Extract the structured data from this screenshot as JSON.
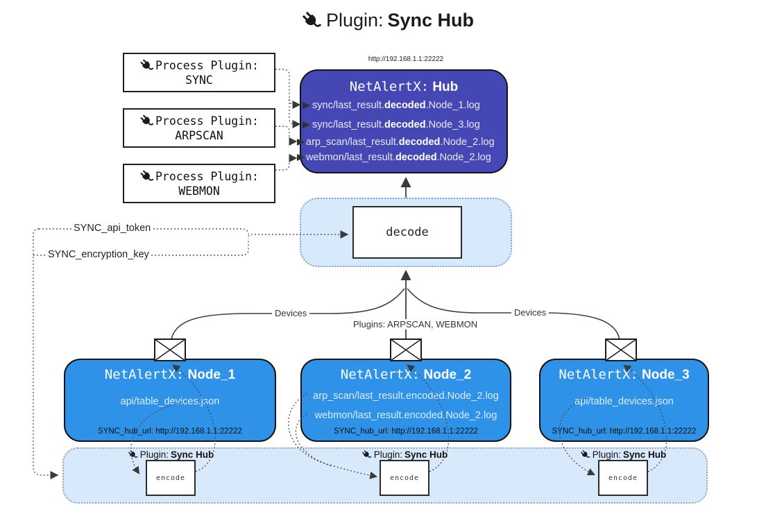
{
  "title": {
    "prefix": "Plugin:",
    "name": "Sync Hub"
  },
  "colors": {
    "hub": "#4547b4",
    "node": "#2e93e8",
    "band": "#d8e9fb",
    "line": "#3f3f3f",
    "dot": "#555555"
  },
  "process_plugins": [
    {
      "label": "Process Plugin:",
      "name": "SYNC"
    },
    {
      "label": "Process Plugin:",
      "name": "ARPSCAN"
    },
    {
      "label": "Process Plugin:",
      "name": "WEBMON"
    }
  ],
  "hub": {
    "url": "http://192.168.1.1:22222",
    "name_prefix": "NetAlertX:",
    "name": "Hub",
    "files": [
      {
        "pre": "sync/last_result.",
        "bold": "decoded",
        "post": ".Node_1.log"
      },
      {
        "pre": "sync/last_result.",
        "bold": "decoded",
        "post": ".Node_3.log"
      },
      {
        "pre": "arp_scan/last_result.",
        "bold": "decoded",
        "post": ".Node_2.log"
      },
      {
        "pre": "webmon/last_result.",
        "bold": "decoded",
        "post": ".Node_2.log"
      }
    ]
  },
  "decode": {
    "label": "decode"
  },
  "tokens": {
    "api": "SYNC_api_token",
    "key": "SYNC_encryption_key"
  },
  "edge_labels": {
    "devices_left": "Devices",
    "plugins_mid": "Plugins: ARPSCAN, WEBMON",
    "devices_right": "Devices"
  },
  "nodes": [
    {
      "name_prefix": "NetAlertX:",
      "name": "Node_1",
      "files": [
        "api/table_devices.json"
      ],
      "hub_url": "SYNC_hub_url: http://192.168.1.1:22222"
    },
    {
      "name_prefix": "NetAlertX:",
      "name": "Node_2",
      "files": [
        "arp_scan/last_result.encoded.Node_2.log",
        "webmon/last_result.encoded.Node_2.log"
      ],
      "hub_url": "SYNC_hub_url: http://192.168.1.1:22222"
    },
    {
      "name_prefix": "NetAlertX:",
      "name": "Node_3",
      "files": [
        "api/table_devices.json"
      ],
      "hub_url": "SYNC_hub_url: http://192.168.1.1:22222"
    }
  ],
  "encode_band": {
    "plugin_prefix": "Plugin:",
    "plugin_name": "Sync Hub",
    "encode_label": "encode"
  }
}
